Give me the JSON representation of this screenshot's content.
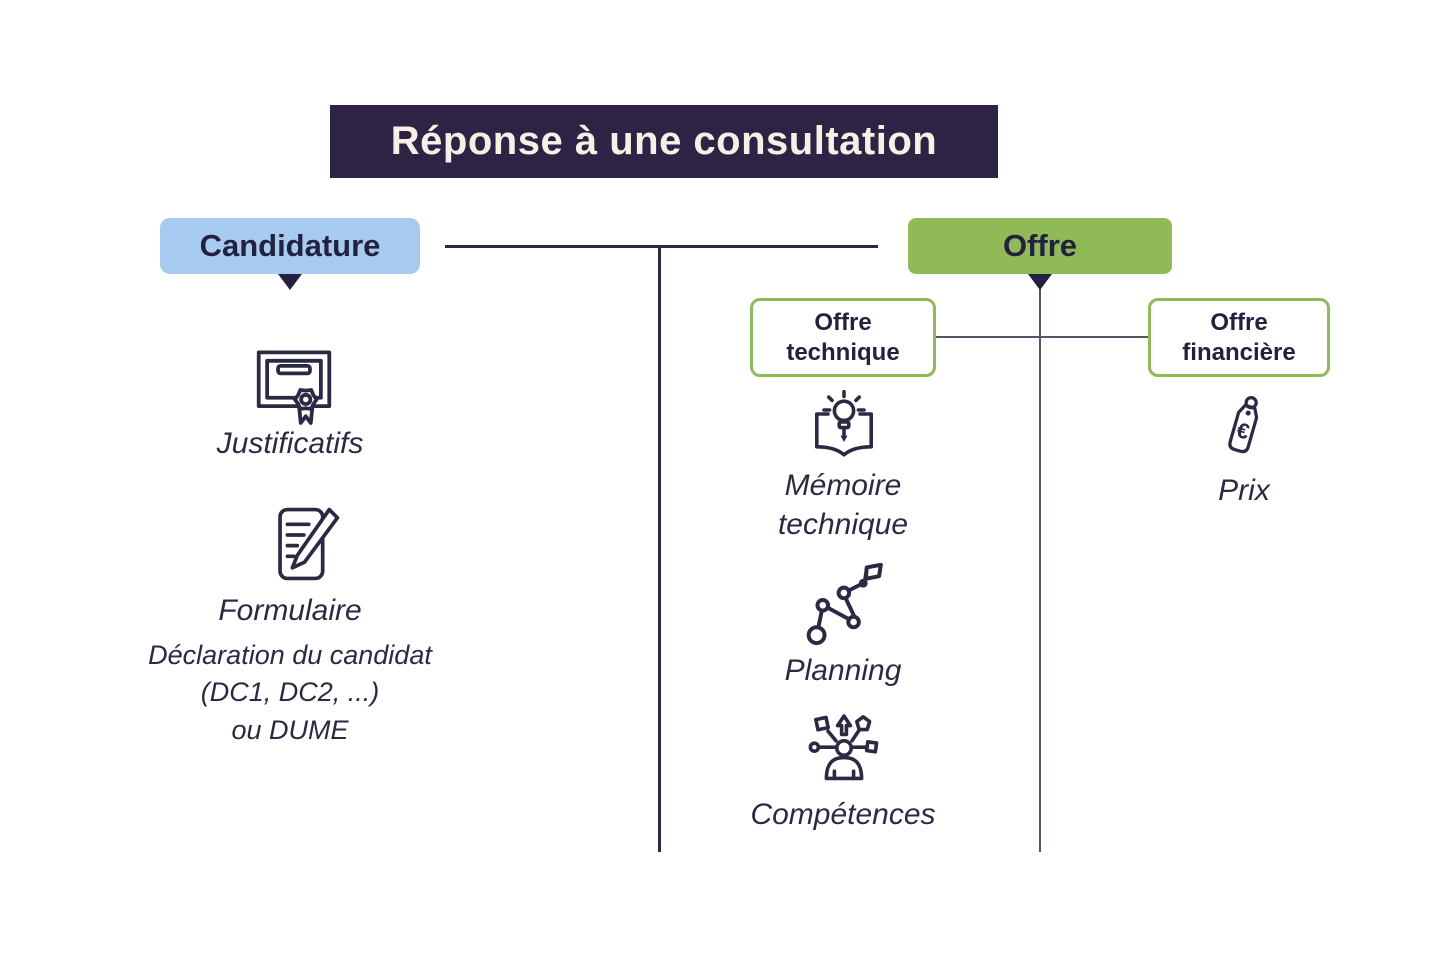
{
  "title": "Réponse à une consultation",
  "colors": {
    "title_bg": "#2e2245",
    "title_text": "#f6f1e4",
    "blue": "#a7cbf0",
    "green": "#8fba55",
    "ink": "#2b2a45",
    "header_ink": "#232140",
    "line_gray": "#55556a"
  },
  "candidature": {
    "label": "Candidature",
    "items": [
      {
        "icon": "certificate-icon",
        "label": "Justificatifs"
      },
      {
        "icon": "form-pen-icon",
        "label": "Formulaire",
        "sublines": [
          "Déclaration du candidat",
          "(DC1, DC2, ...)",
          "ou DUME"
        ]
      }
    ]
  },
  "offre": {
    "label": "Offre",
    "technique": {
      "label": "Offre technique",
      "items": [
        {
          "icon": "book-idea-icon",
          "label": "Mémoire technique"
        },
        {
          "icon": "milestones-flag-icon",
          "label": "Planning"
        },
        {
          "icon": "skills-person-icon",
          "label": "Compétences"
        }
      ]
    },
    "financiere": {
      "label": "Offre financière",
      "items": [
        {
          "icon": "price-tag-euro-icon",
          "label": "Prix",
          "currency_symbol": "€"
        }
      ]
    }
  }
}
